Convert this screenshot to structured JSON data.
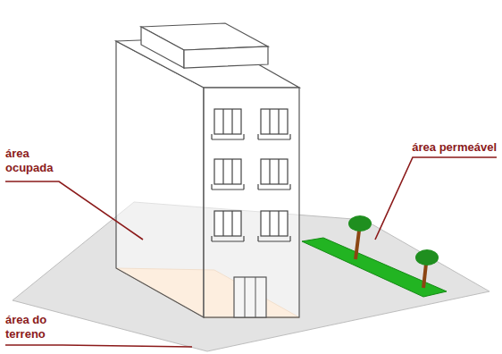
{
  "diagram": {
    "labels": [
      "área ocupada",
      "área permeável",
      "área do terreno"
    ]
  }
}
